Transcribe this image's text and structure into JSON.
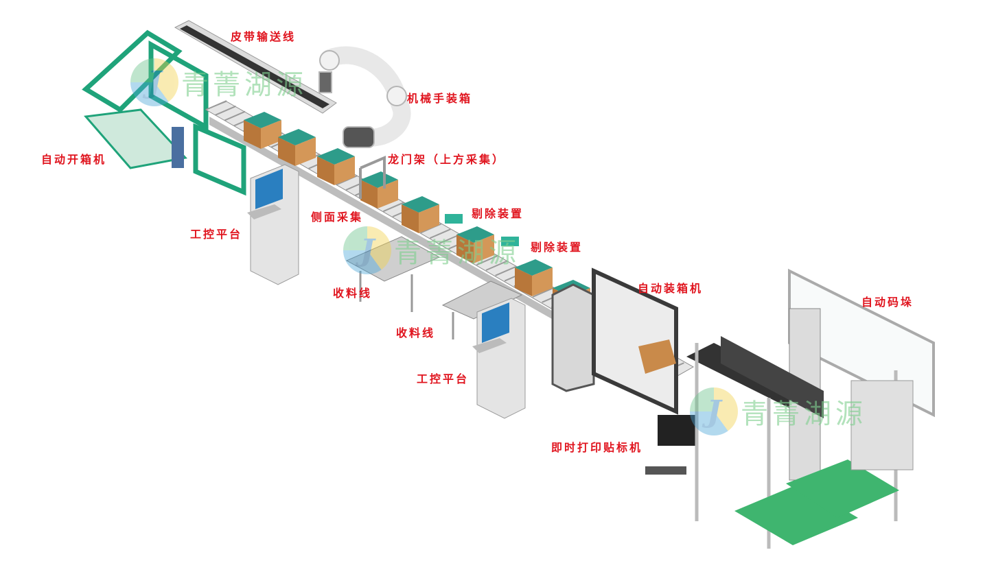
{
  "labels": {
    "belt_conveyor": "皮带输送线",
    "robot_packing": "机械手装箱",
    "auto_box_opener": "自动开箱机",
    "gantry": "龙门架（上方采集）",
    "reject_device_1": "剔除装置",
    "reject_device_2": "剔除装置",
    "side_capture": "侧面采集",
    "control_platform_1": "工控平台",
    "receiving_line_1": "收料线",
    "receiving_line_2": "收料线",
    "control_platform_2": "工控平台",
    "auto_packing_machine": "自动装箱机",
    "auto_palletizer": "自动码垛",
    "print_label_machine": "即时打印贴标机"
  },
  "watermark": {
    "logo_letter": "J",
    "text": "青菁湖源"
  },
  "colors": {
    "label": "#e0141e",
    "frame_green": "#1fa37a",
    "box": "#c98a4a",
    "pallet": "#3fb56f"
  }
}
